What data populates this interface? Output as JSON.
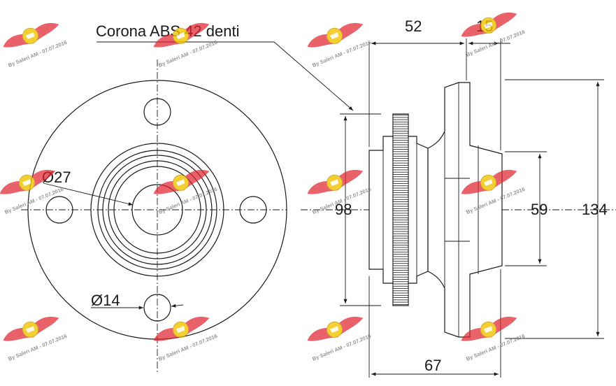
{
  "labels": {
    "corona": "Corona ABS 42 denti",
    "dia_27": "Ø27",
    "dia_14": "Ø14",
    "dim_52": "52",
    "dim_15": "15",
    "dim_98": "98",
    "dim_59": "59",
    "dim_134": "134",
    "dim_67": "67"
  },
  "watermark": {
    "text": "By Saleri AM - 07.07.2016",
    "logo_color": "#e0242f",
    "badge_color": "#f2c400"
  }
}
